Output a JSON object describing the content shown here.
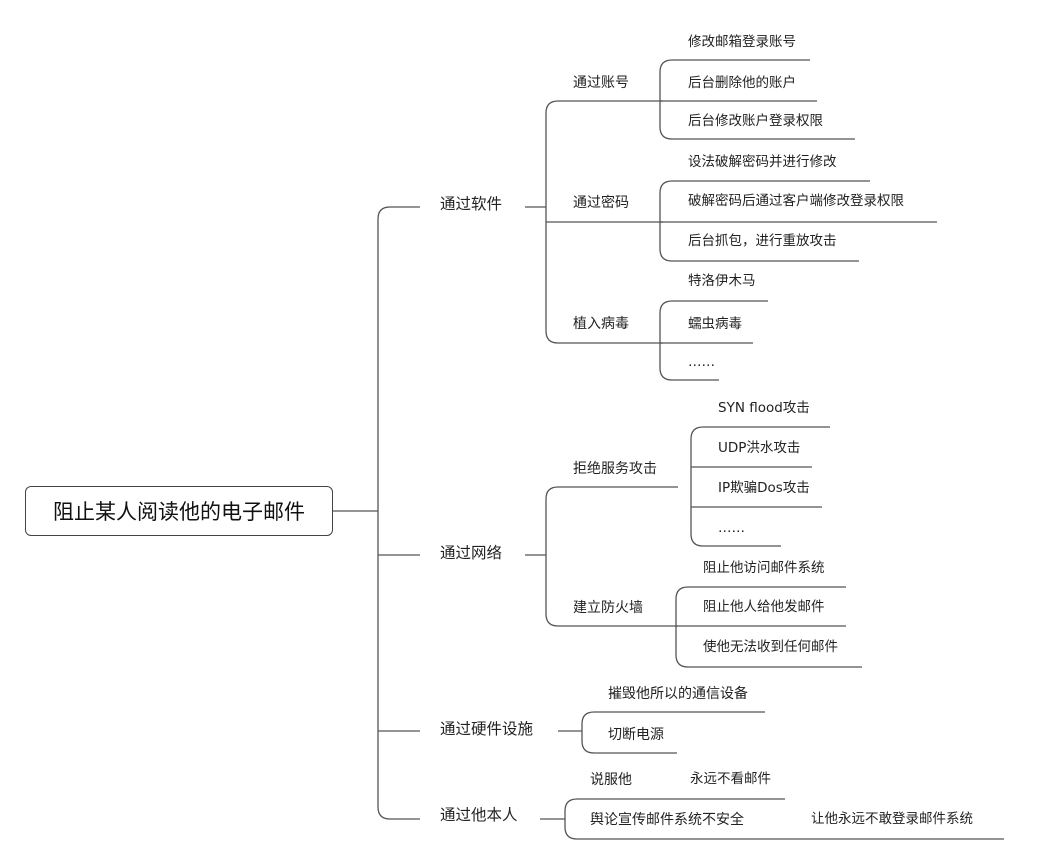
{
  "root": "阻止某人阅读他的电子邮件",
  "branches": [
    {
      "label": "通过软件",
      "children": [
        {
          "label": "通过账号",
          "children": [
            "修改邮箱登录账号",
            "后台删除他的账户",
            "后台修改账户登录权限"
          ]
        },
        {
          "label": "通过密码",
          "children": [
            "设法破解密码并进行修改",
            "破解密码后通过客户端修改登录权限",
            "后台抓包，进行重放攻击"
          ]
        },
        {
          "label": "植入病毒",
          "children": [
            "特洛伊木马",
            "蠕虫病毒",
            "……"
          ]
        }
      ]
    },
    {
      "label": "通过网络",
      "children": [
        {
          "label": "拒绝服务攻击",
          "children": [
            "SYN flood攻击",
            "UDP洪水攻击",
            "IP欺骗Dos攻击",
            "……"
          ]
        },
        {
          "label": "建立防火墙",
          "children": [
            "阻止他访问邮件系统",
            "阻止他人给他发邮件",
            "使他无法收到任何邮件"
          ]
        }
      ]
    },
    {
      "label": "通过硬件设施",
      "children": [
        {
          "label": "摧毁他所以的通信设备",
          "children": []
        },
        {
          "label": "切断电源",
          "children": []
        }
      ]
    },
    {
      "label": "通过他本人",
      "children": [
        {
          "label": "说服他",
          "children": [
            "永远不看邮件"
          ]
        },
        {
          "label": "舆论宣传邮件系统不安全",
          "children": [
            "让他永远不敢登录邮件系统"
          ]
        }
      ]
    }
  ]
}
